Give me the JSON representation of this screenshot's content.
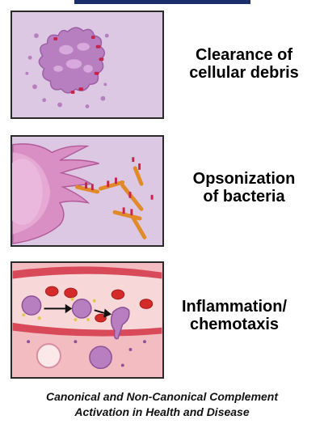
{
  "panels": [
    {
      "label_line1": "Clearance of",
      "label_line2": "cellular debris"
    },
    {
      "label_line1": "Opsonization",
      "label_line2": "of bacteria"
    },
    {
      "label_line1": "Inflammation/",
      "label_line2": "chemotaxis"
    }
  ],
  "caption": {
    "line1": "Canonical and Non-Canonical Complement",
    "line2": "Activation in Health and Disease"
  },
  "colors": {
    "banner": "#1d2f6b",
    "panel_background_lilac": "#dcc8e3",
    "panel_background_pink": "#f2bcc0",
    "cell_purple": "#b77fbf",
    "complement_red": "#c8234a",
    "bacteria_orange": "#e08a2a",
    "red_blood_cell": "#d42a2a"
  }
}
